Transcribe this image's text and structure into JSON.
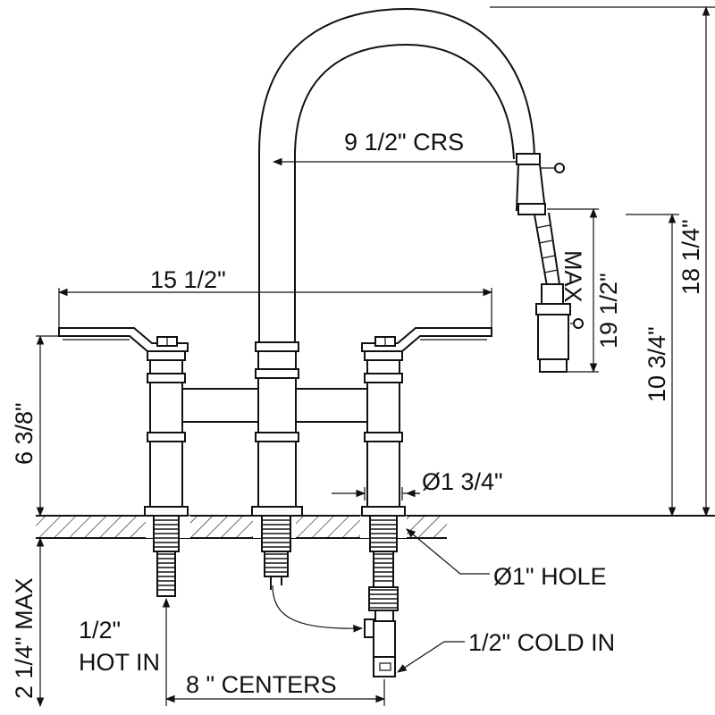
{
  "dimensions": {
    "spout_reach": "9  1/2\" CRS",
    "overall_width": "15  1/2\"",
    "deck_height": "6 3/8\"",
    "overall_height": "18 1/4\"",
    "spout_height": "10 3/4\"",
    "hose_max": "19 1/2\"",
    "hose_max_word": "MAX",
    "base_diameter": "Ø1 3/4\"",
    "hole_size": "Ø1\" HOLE",
    "deck_thickness": "2 1/4\" MAX",
    "hot_size": "1/2\"",
    "hot_label": "HOT IN",
    "cold_label": "1/2\" COLD IN",
    "centers": "8 \" CENTERS"
  },
  "colors": {
    "line": "#111111",
    "background": "#ffffff"
  }
}
